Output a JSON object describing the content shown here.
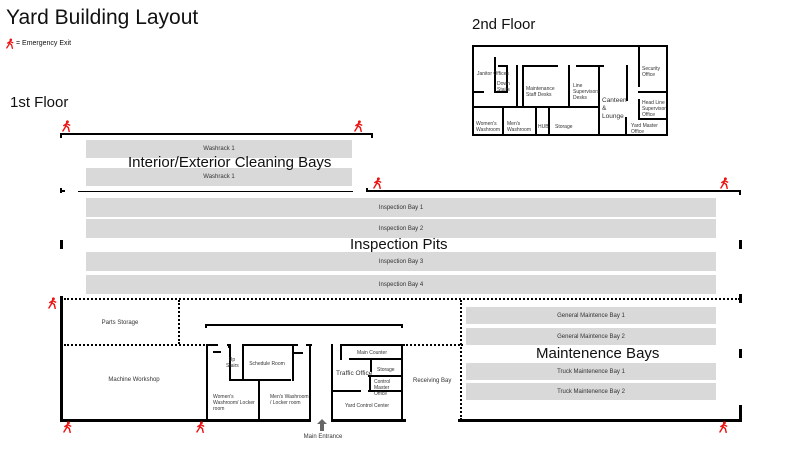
{
  "title": "Yard Building Layout",
  "legend": {
    "icon": "emergency-exit-icon",
    "label": "= Emergency Exit",
    "color": "#ee1111"
  },
  "second_floor": {
    "label": "2nd Floor",
    "rooms": {
      "janitor": "Janitor Offices",
      "down_stairs": "Down Stairs",
      "maintenance_staff": "Maintenance Staff Desks",
      "line_supervisors": "Line Supervisors Desks",
      "canteen": "Canteen & Lounge",
      "security": "Security Office",
      "head_line": "Head Line Supervisor Office",
      "womens": "Women's Washroom",
      "mens": "Men's Washroom",
      "hub": "HUB",
      "storage": "Storage",
      "yard_master": "Yard Master Office"
    }
  },
  "first_floor": {
    "label": "1st Floor",
    "cleaning": {
      "area_label": "Interior/Exterior Cleaning Bays",
      "bays": [
        "Washrack 1",
        "Washrack 1"
      ]
    },
    "inspection": {
      "area_label": "Inspection Pits",
      "bays": [
        "Inspection Bay 1",
        "Inspection Bay 2",
        "Inspection Bay 3",
        "Inspection Bay 4"
      ]
    },
    "maintenance": {
      "area_label": "Maintenence Bays",
      "bays": [
        "General Maintence Bay 1",
        "General Maintence Bay 2",
        "Truck Maintenence Bay 1",
        "Truck Maintenence Bay 2"
      ]
    },
    "rooms": {
      "parts_storage": "Parts Storage",
      "machine_workshop": "Machine Workshop",
      "up_stairs": "Up Stairs",
      "schedule_room": "Schedule Room",
      "womens_washroom": "Women's Washroom/ Locker room",
      "mens_washroom": "Men's Washroom / Locker room",
      "main_counter": "Main Counter",
      "storage": "Storage",
      "traffic_office": "Traffic Office",
      "control_master": "Control Master Office",
      "yard_control": "Yard Control Center",
      "receiving_bay": "Receiving Bay"
    },
    "main_entrance": "Main Entrance"
  }
}
